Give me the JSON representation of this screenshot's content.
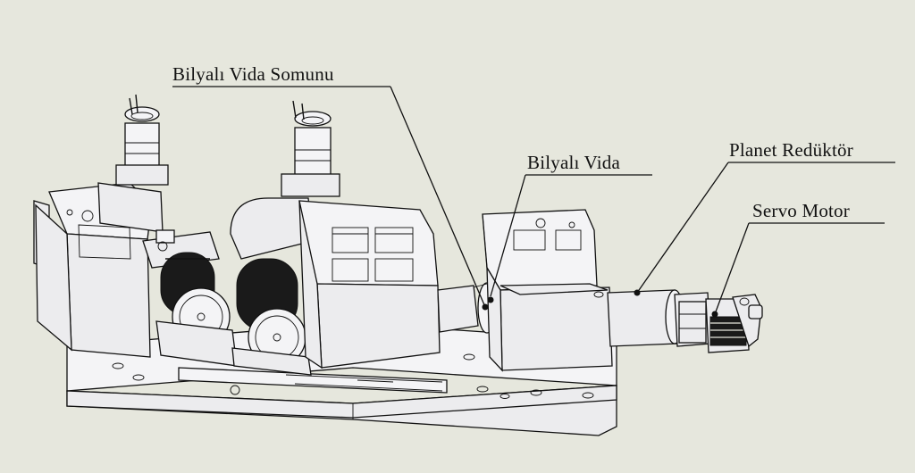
{
  "labels": {
    "ball_screw_nut": "Bilyalı Vida Somunu",
    "ball_screw": "Bilyalı Vida",
    "planetary_gearbox": "Planet Redüktör",
    "servo_motor": "Servo Motor"
  }
}
